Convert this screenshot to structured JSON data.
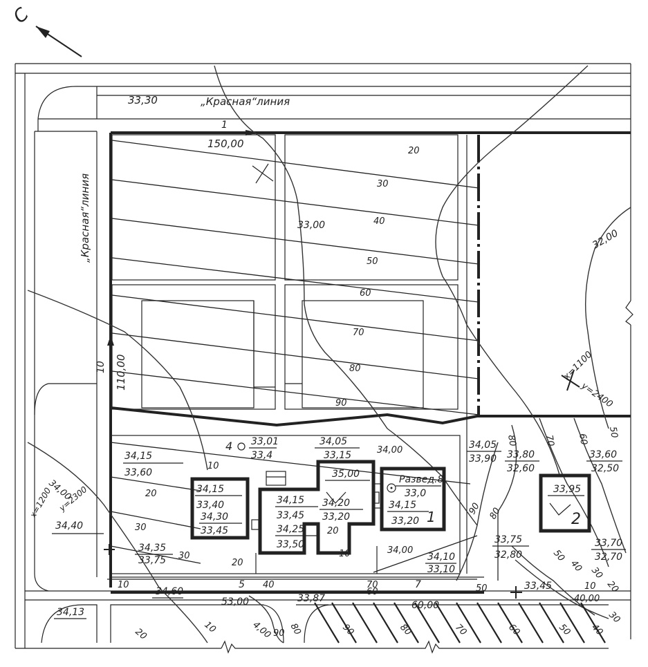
{
  "north_label": "С",
  "red_line_top": "„Красная“линия",
  "red_line_left": "„Красная“линия",
  "corner_elev": "33,30",
  "top_edge": {
    "num": "1",
    "len": "150,00"
  },
  "left_edge": {
    "num": "10",
    "len": "110,00"
  },
  "bottom_edge": {
    "num1": "5",
    "len1": "53,00",
    "num2": "7",
    "len2": "60,00"
  },
  "coords_right": {
    "x": "x=1100",
    "y": "y=2400"
  },
  "coords_left": {
    "x": "x=1200",
    "y": "y=2300"
  },
  "contours": [
    {
      "id": "c3300",
      "label": "33,00"
    },
    {
      "id": "c3200",
      "label": "32,00"
    },
    {
      "id": "c3400",
      "label": "34,00"
    },
    {
      "id": "c3400b",
      "label": "34,00"
    },
    {
      "id": "c3400c",
      "label": "34,00"
    },
    {
      "id": "c400",
      "label": "4,00"
    }
  ],
  "grade_labels": [
    "20",
    "30",
    "40",
    "50",
    "60",
    "70",
    "80",
    "90",
    "10",
    "20",
    "30",
    "30",
    "20",
    "10",
    "20",
    "90",
    "80",
    "80",
    "70",
    "60",
    "50",
    "50",
    "40",
    "30",
    "20",
    "10",
    "20",
    "10",
    "90",
    "80",
    "70",
    "60",
    "50",
    "40",
    "30",
    "40",
    "80",
    "90",
    "10",
    "70",
    "60",
    "50"
  ],
  "elevations": [
    {
      "id": "e1",
      "top": "34,15",
      "bot": "33,60"
    },
    {
      "id": "e2",
      "top": "34,15",
      "bot": "33,40"
    },
    {
      "id": "e3",
      "top": "34,30",
      "bot": "33,45"
    },
    {
      "id": "e4",
      "top": "34,15",
      "bot": "33,45"
    },
    {
      "id": "e5",
      "top": "34,25",
      "bot": "33,50"
    },
    {
      "id": "e6",
      "top": "35,00",
      "bot": ""
    },
    {
      "id": "e7",
      "top": "34,20",
      "bot": "33,20"
    },
    {
      "id": "e8",
      "top": "34,05",
      "bot": "33,15"
    },
    {
      "id": "e9",
      "top": "34,00",
      "bot": ""
    },
    {
      "id": "e10",
      "top": "34,15",
      "bot": "33,20"
    },
    {
      "id": "e11",
      "top": "34,05",
      "bot": "33,90"
    },
    {
      "id": "e12",
      "top": "33,80",
      "bot": "32,60"
    },
    {
      "id": "e13",
      "top": "33,60",
      "bot": "32,50"
    },
    {
      "id": "e14",
      "top": "33,95",
      "bot": ""
    },
    {
      "id": "e15",
      "top": "33,75",
      "bot": "32,80"
    },
    {
      "id": "e16",
      "top": "33,70",
      "bot": "32,70"
    },
    {
      "id": "e17",
      "top": "34,35",
      "bot": "33,75"
    },
    {
      "id": "e18",
      "top": "34,10",
      "bot": "33,10"
    },
    {
      "id": "e19",
      "top": "34,40",
      "bot": ""
    },
    {
      "id": "e20",
      "top": "34,60",
      "bot": ""
    },
    {
      "id": "e21",
      "top": "33,87",
      "bot": ""
    },
    {
      "id": "e22",
      "top": "34,13",
      "bot": ""
    },
    {
      "id": "e23",
      "top": "33,45",
      "bot": ""
    },
    {
      "id": "e24",
      "top": "33,01",
      "bot": "33,4"
    }
  ],
  "well": {
    "label": "Развед.8",
    "value": "33,0"
  },
  "buildings": {
    "b1": "1",
    "b2": "2",
    "b4": "4"
  },
  "contour_bot": "40,00"
}
